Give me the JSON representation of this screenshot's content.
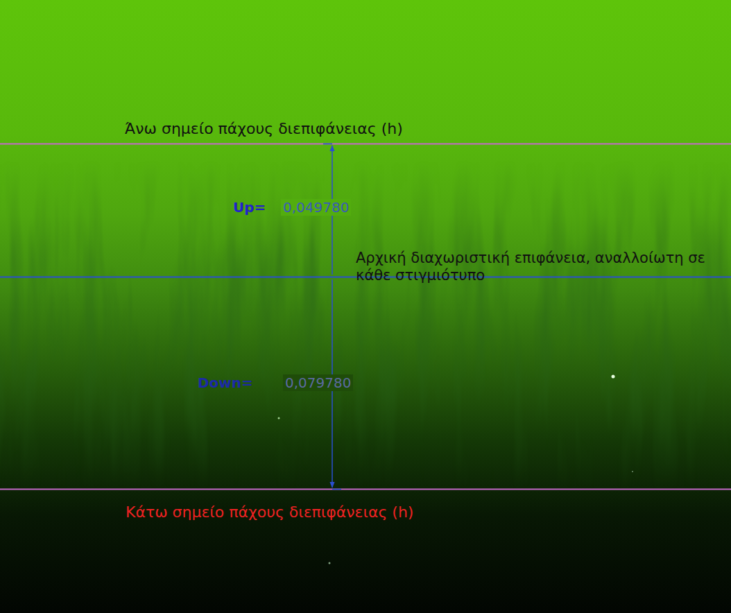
{
  "diagram": {
    "labels": [
      "Άνω σημείο πάχους διεπιφάνειας (h)",
      "Up=",
      "0,049780",
      "Αρχική διαχωριστική επιφάνεια, αναλλοίωτη σε κάθε στιγμιότυπο",
      "Down=",
      "0,079780",
      "Κάτω σημείο πάχους διεπιφάνειας (h)"
    ]
  }
}
